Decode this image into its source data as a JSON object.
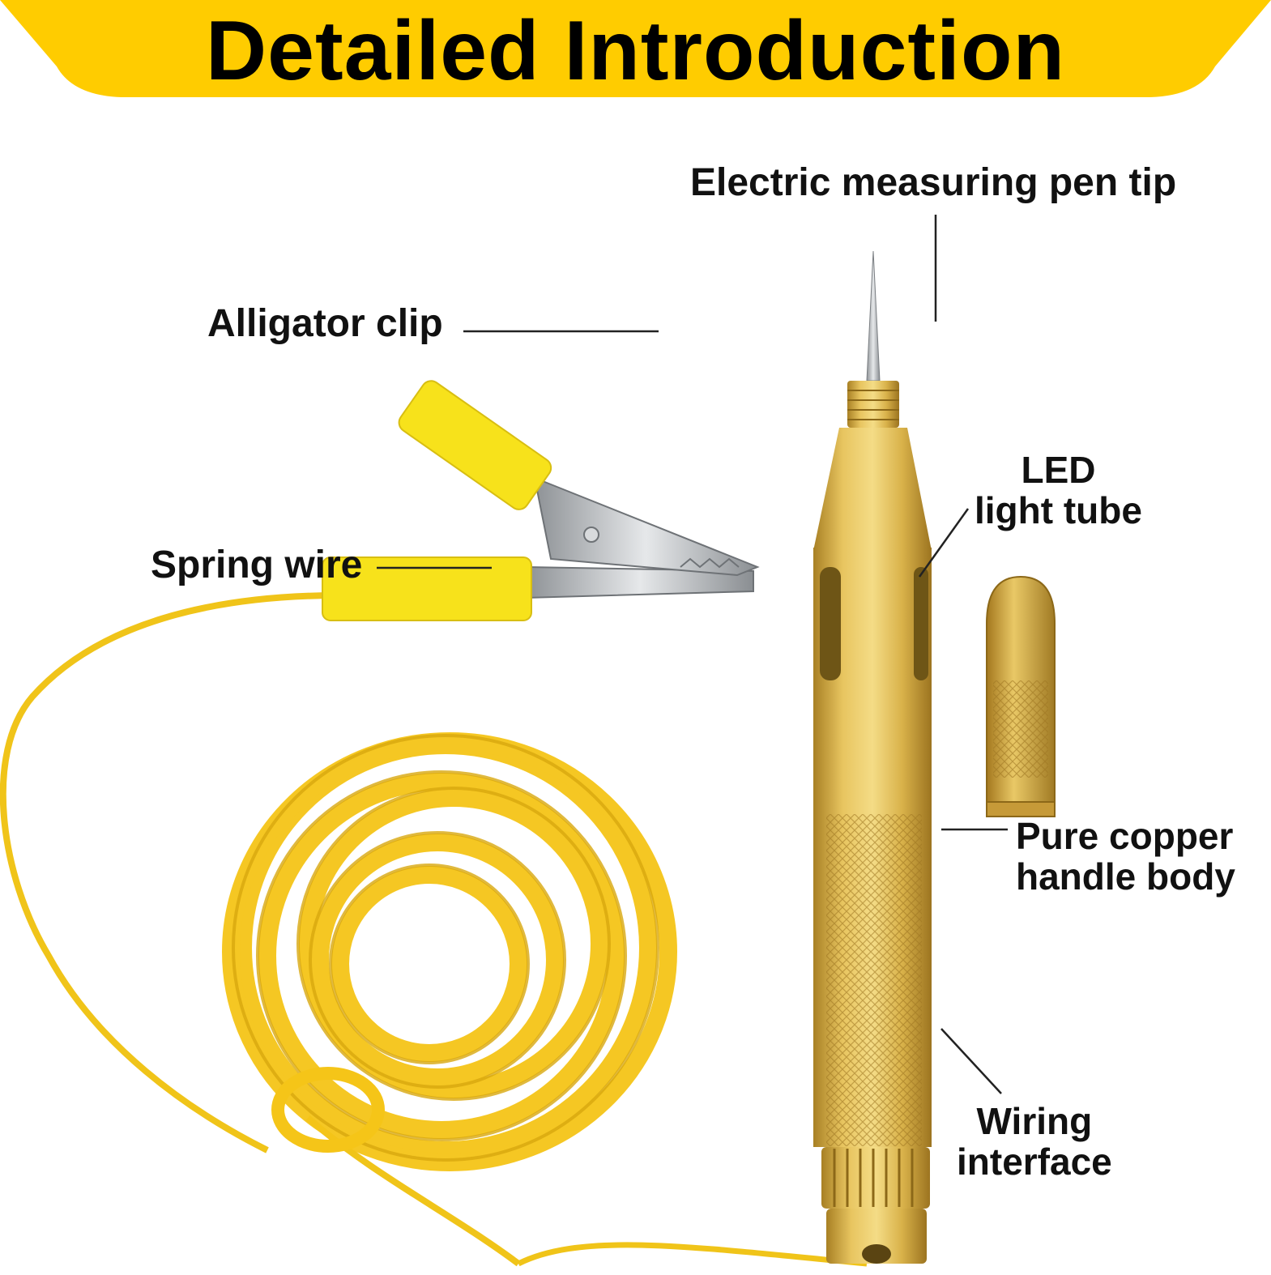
{
  "banner": {
    "title": "Detailed Introduction",
    "color": "#FFCC00"
  },
  "labels": {
    "pen_tip": "Electric measuring pen tip",
    "alligator_clip": "Alligator clip",
    "spring_wire": "Spring wire",
    "led_line1": "LED",
    "led_line2": "light tube",
    "copper_line1": "Pure copper",
    "copper_line2": "handle body",
    "wiring_line1": "Wiring",
    "wiring_line2": "interface"
  },
  "colors": {
    "brass": "#D9B24A",
    "brass_dark": "#A6822A",
    "wire_yellow": "#F5C518",
    "clip_yellow": "#F7E21B",
    "steel": "#B8BCC0",
    "leader_line": "#222222"
  }
}
